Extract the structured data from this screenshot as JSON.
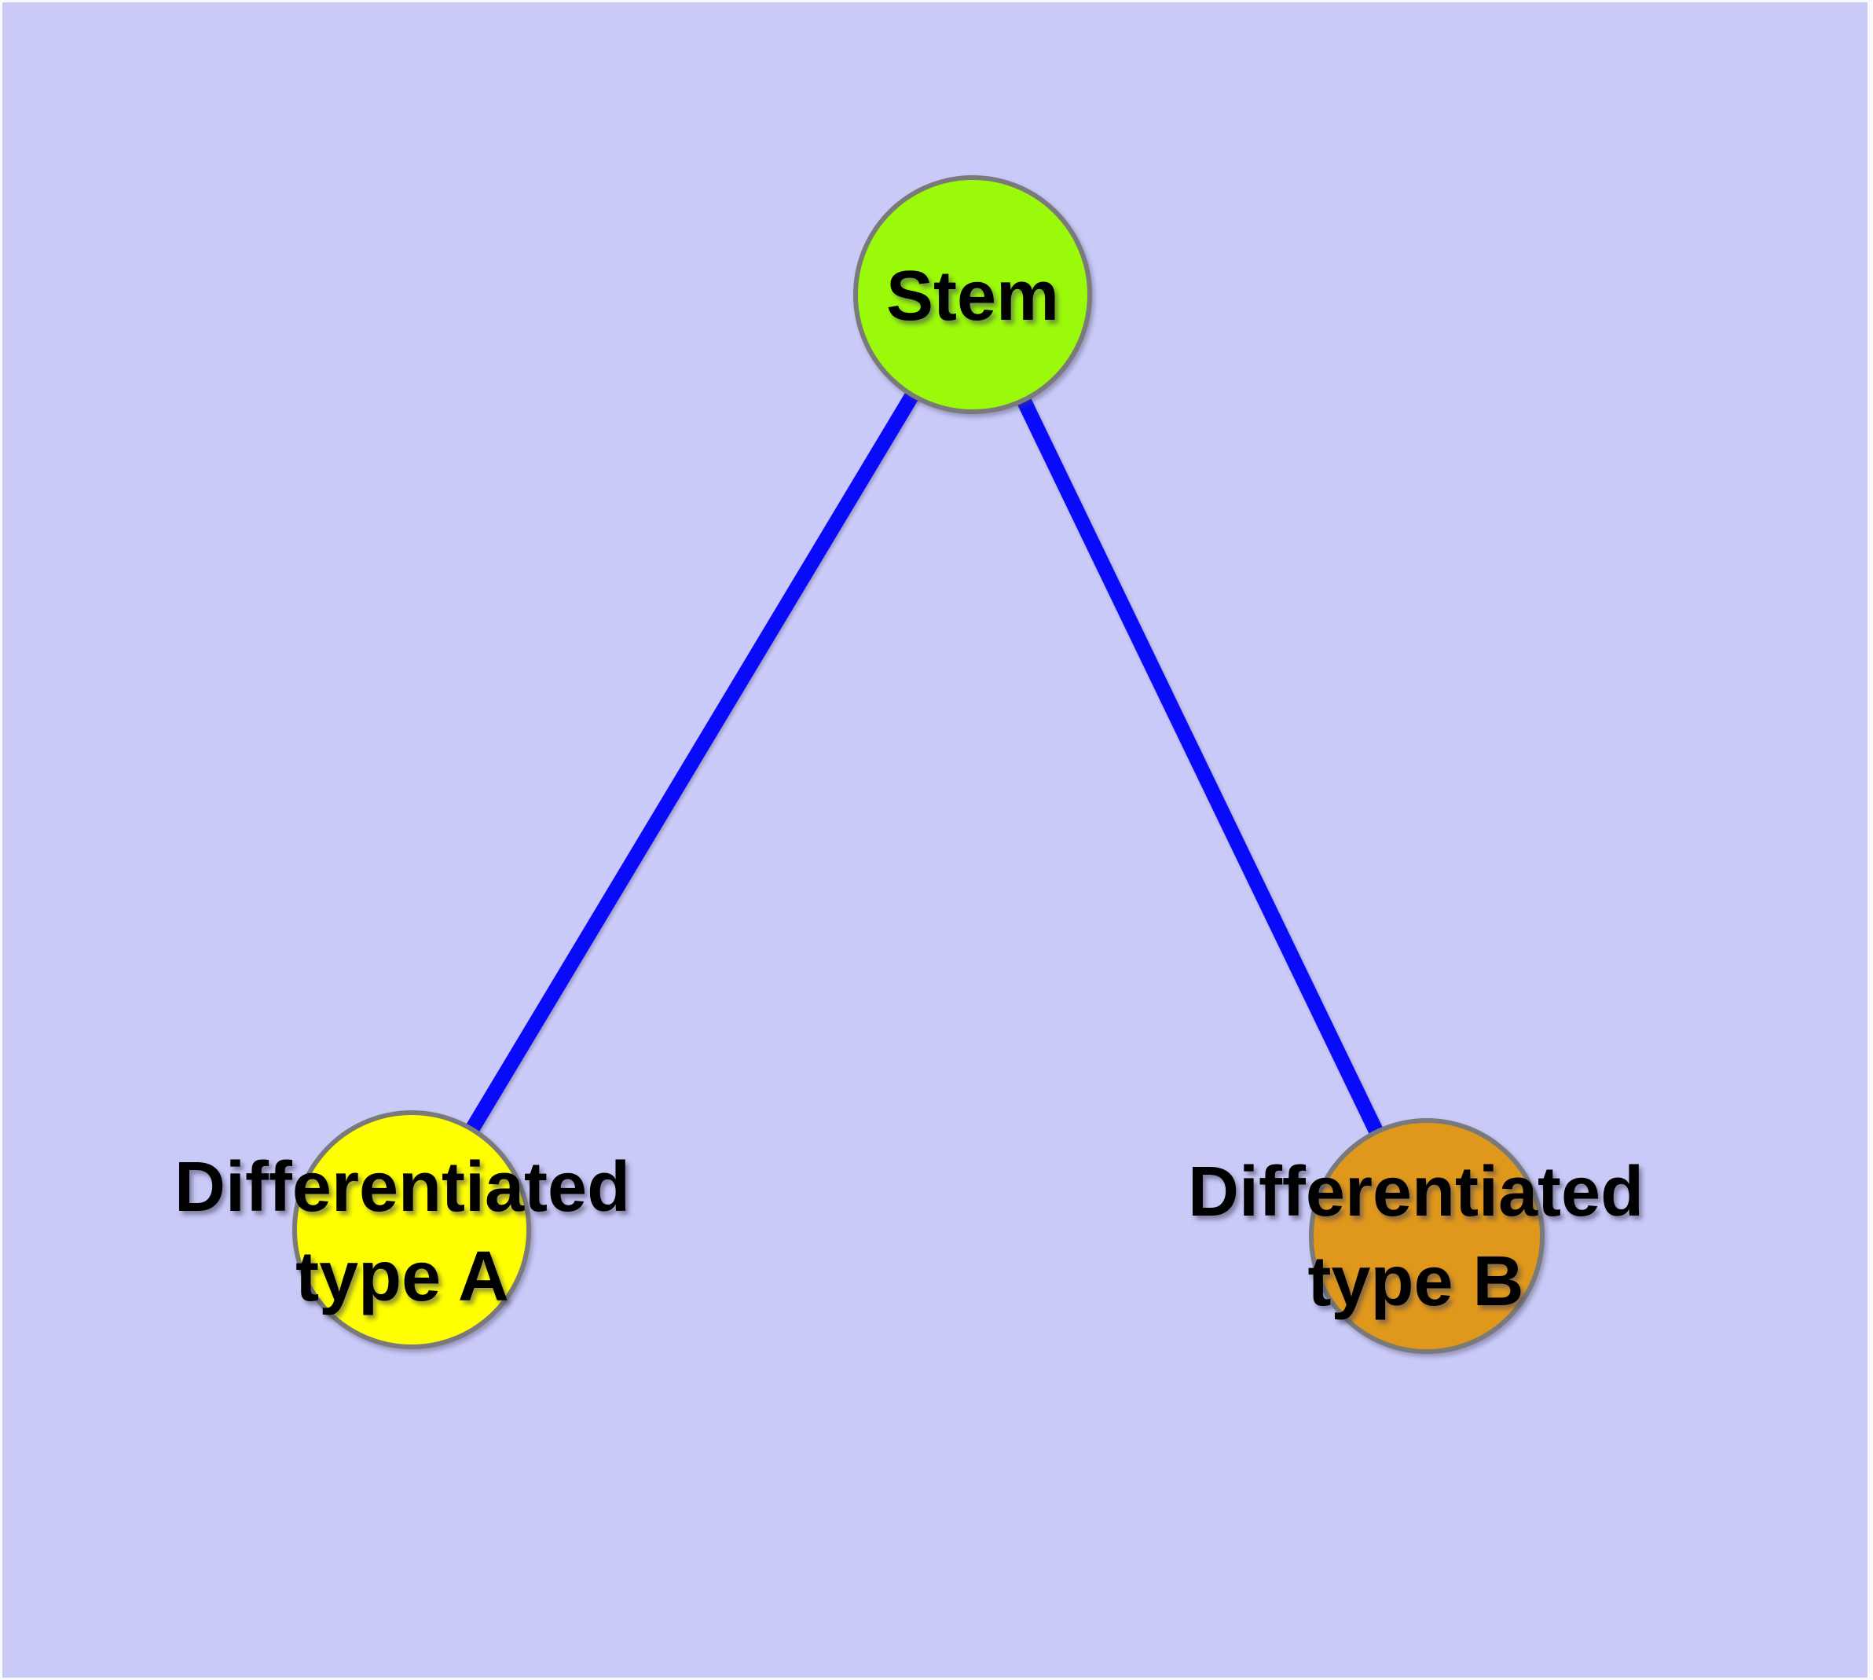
{
  "diagram": {
    "type": "node-link-graph",
    "background_color": "#CACAF8",
    "frame_color": "#FBFBFD",
    "edge_color": "#0A0AFA",
    "node_border_color": "#7A7A7A",
    "label_color": "#000000",
    "nodes": {
      "stem": {
        "label": "Stem",
        "fill": "#9BFA0A"
      },
      "type_a": {
        "label_line1": "Differentiated",
        "label_line2": "type A",
        "fill": "#FFFF00"
      },
      "type_b": {
        "label_line1": "Differentiated",
        "label_line2": "type B",
        "fill": "#E0981C"
      }
    },
    "edges": [
      {
        "from": "Stem",
        "to": "Differentiated type A"
      },
      {
        "from": "Stem",
        "to": "Differentiated type B"
      }
    ]
  }
}
